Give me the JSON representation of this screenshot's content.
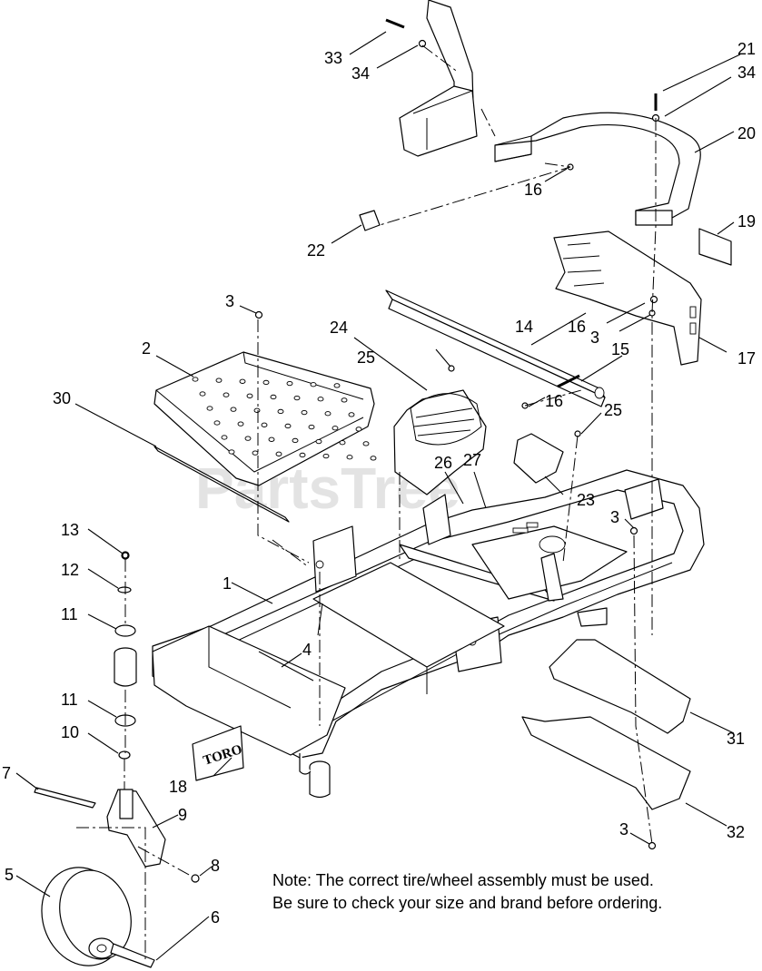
{
  "watermark": "PartsTree",
  "logo_text": "TORO",
  "note": {
    "line1": "Note: The correct tire/wheel assembly must be used.",
    "line2": "Be sure to check your size and brand before ordering."
  },
  "callouts": [
    "1",
    "2",
    "3",
    "3",
    "3",
    "3",
    "4",
    "5",
    "6",
    "7",
    "8",
    "9",
    "10",
    "11",
    "11",
    "12",
    "13",
    "14",
    "15",
    "16",
    "16",
    "16",
    "17",
    "18",
    "19",
    "20",
    "21",
    "22",
    "23",
    "24",
    "25",
    "25",
    "26",
    "27",
    "30",
    "31",
    "32",
    "33",
    "34",
    "34"
  ]
}
